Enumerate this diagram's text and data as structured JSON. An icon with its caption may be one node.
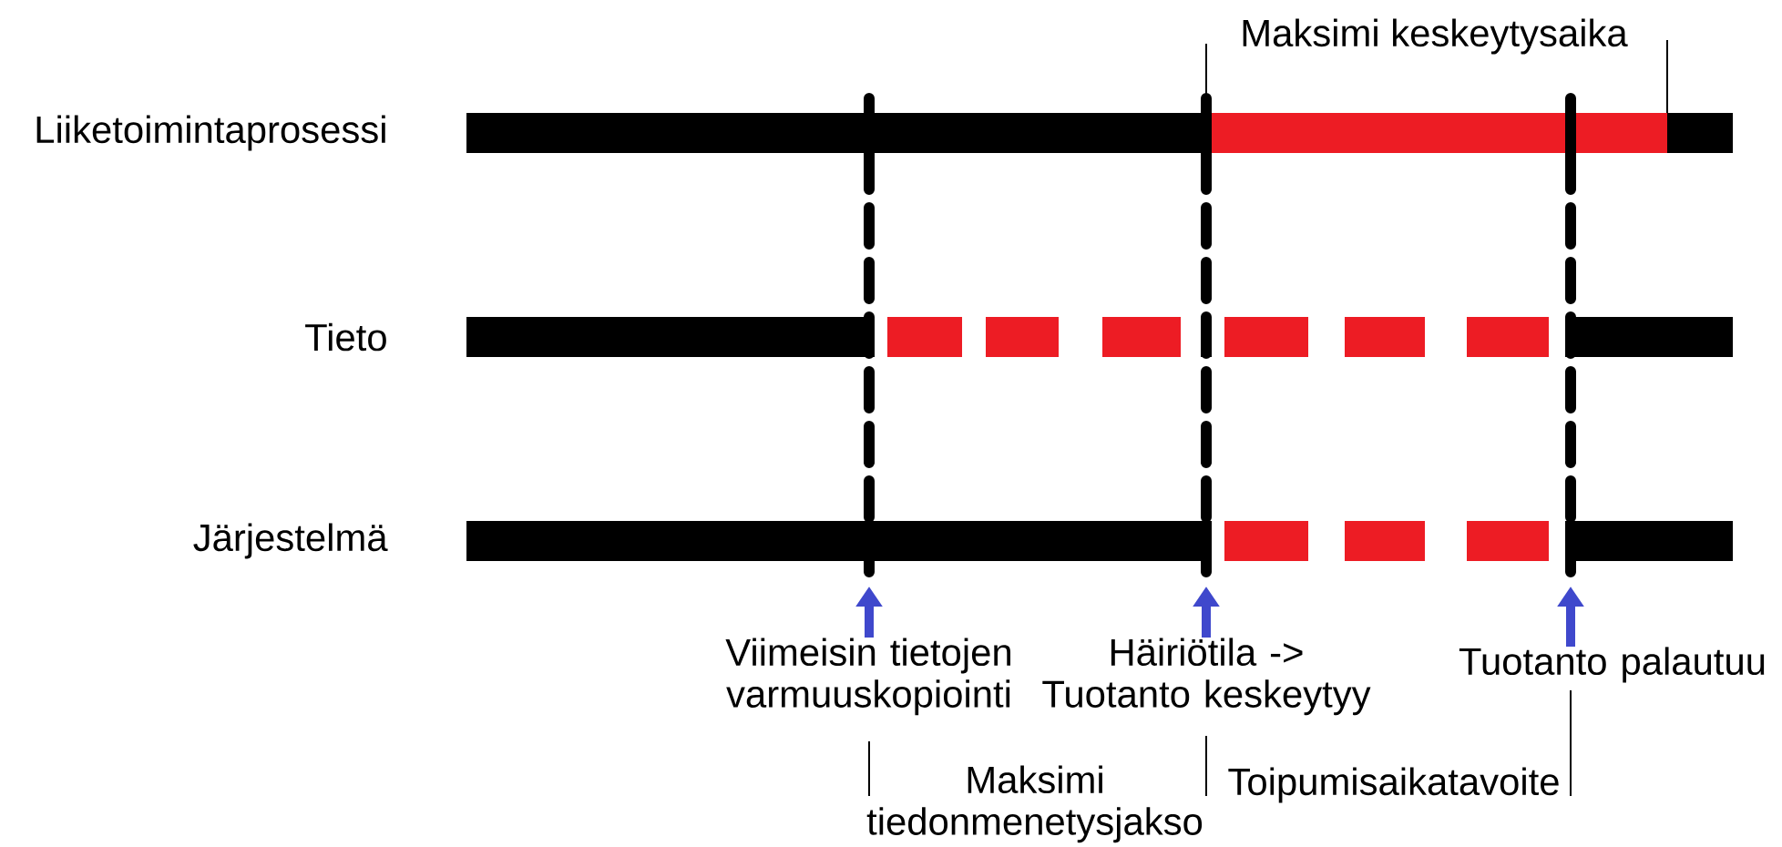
{
  "diagram": {
    "nodes": [
      {
        "text": [
          "Viimeisin tietojen varmuuskopiointi"
        ]
      },
      {
        "text": [
          "Häiriötila -> Tuotanto keskeytyy"
        ]
      },
      {
        "text": [
          "Tuotanto palautuu"
        ]
      }
    ],
    "edges": [
      {
        "from": 0,
        "to": null,
        "arrow": "to"
      },
      {
        "from": 1,
        "to": null,
        "arrow": "to"
      },
      {
        "from": 2,
        "to": null,
        "arrow": "to"
      }
    ],
    "labels": [
      "Maksimi keskeytysaika",
      "Liiketoimintaprosessi",
      "Tieto",
      "Järjestelmä",
      "Maksimi tiedonmenetysjakso",
      "Toipumisaikatavoite"
    ]
  }
}
